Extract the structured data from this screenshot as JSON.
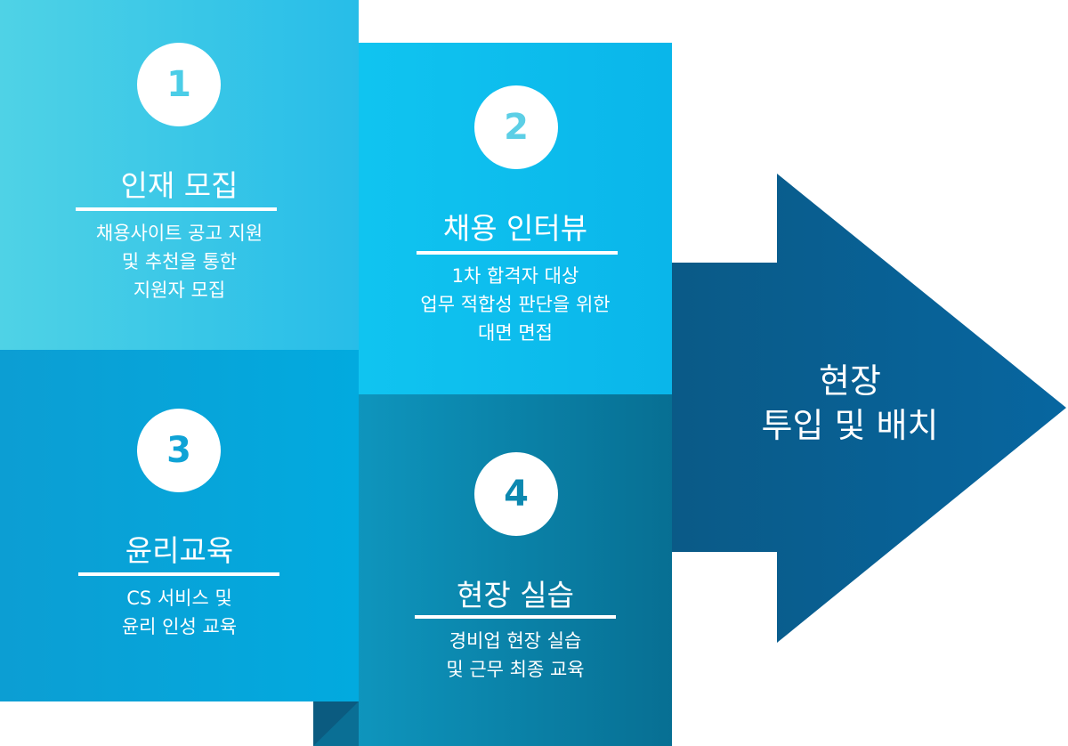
{
  "colors": {
    "step1": "#3fc9e9",
    "step2": "#0abdee",
    "step3": "#05a4da",
    "step4": "#0a84aa",
    "arrow": "#0a5d8c",
    "white": "#ffffff"
  },
  "steps": [
    {
      "number": "1",
      "title": "인재 모집",
      "desc": [
        "채용사이트 공고 지원",
        "및 추천을 통한",
        "지원자 모집"
      ]
    },
    {
      "number": "2",
      "title": "채용 인터뷰",
      "desc": [
        "1차 합격자 대상",
        "업무 적합성 판단을 위한",
        "대면 면접"
      ]
    },
    {
      "number": "3",
      "title": "윤리교육",
      "desc": [
        "CS 서비스 및",
        "윤리 인성 교육"
      ]
    },
    {
      "number": "4",
      "title": "현장 실습",
      "desc": [
        "경비업 현장 실습",
        "및 근무 최종 교육"
      ]
    }
  ],
  "goal": [
    "현장",
    "투입 및 배치"
  ]
}
